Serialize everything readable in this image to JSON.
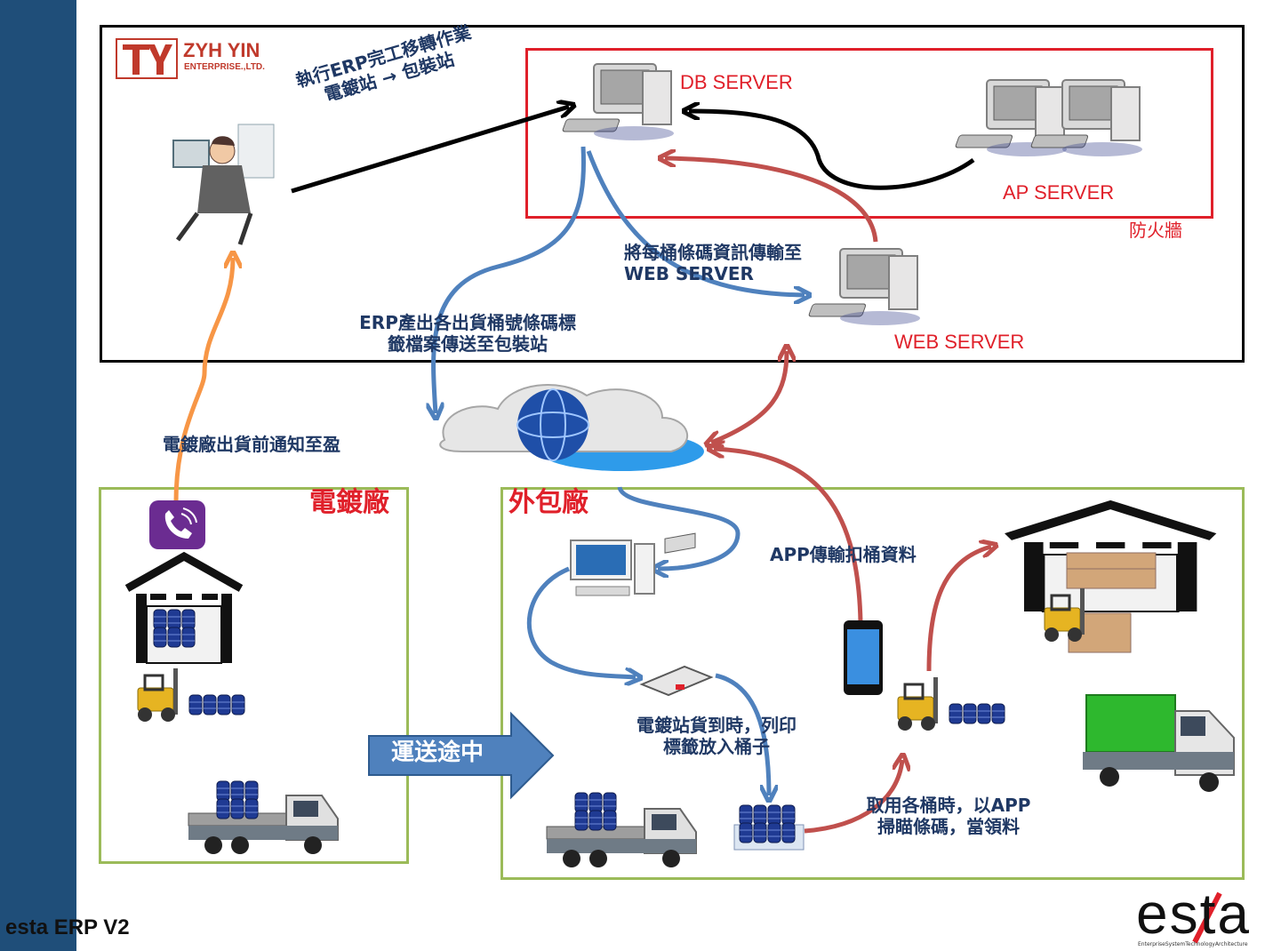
{
  "footer": {
    "product": "esta ERP V2"
  },
  "logos": {
    "company_main": "ZYH YIN",
    "company_sub": "ENTERPRISE.,LTD.",
    "esta_mark": "esta",
    "esta_tagline": "EnterpriseSystemTechnologyArchitecture"
  },
  "servers": {
    "db": "DB  SERVER",
    "ap": "AP  SERVER",
    "web": "WEB  SERVER",
    "firewall": "防火牆"
  },
  "zones": {
    "plating": "電鍍廠",
    "outsource": "外包廠"
  },
  "steps": {
    "erp_transfer_line1": "執行ERP完工移轉作業",
    "erp_transfer_line2": "電鍍站 → 包裝站",
    "web_transfer_line1": "將每桶條碼資訊傳輸至",
    "web_transfer_line2": "WEB SERVER",
    "label_file_line1": "ERP產出各出貨桶號條碼標",
    "label_file_line2": "籤檔案傳送至包裝站",
    "notify": "電鍍廠出貨前通知至盈",
    "app_upload": "APP傳輸扣桶資料",
    "print_line1": "電鍍站貨到時，列印",
    "print_line2": "標籤放入桶子",
    "scan_line1": "取用各桶時，以APP",
    "scan_line2": "掃瞄條碼，當領料",
    "in_transit": "運送途中"
  },
  "colors": {
    "sidebar": "#1f4e79",
    "firewall_border": "#e0202a",
    "zone_border": "#9bbb59",
    "arrow_blue": "#4f81bd",
    "arrow_red": "#c0504d",
    "arrow_orange": "#f79646",
    "arrow_black": "#000000"
  },
  "icons": [
    "computer-icon",
    "office-worker-icon",
    "cloud-globe-icon",
    "phone-call-icon",
    "warehouse-icon",
    "forklift-icon",
    "truck-icon",
    "printer-icon",
    "smartphone-icon",
    "barrels-icon"
  ]
}
